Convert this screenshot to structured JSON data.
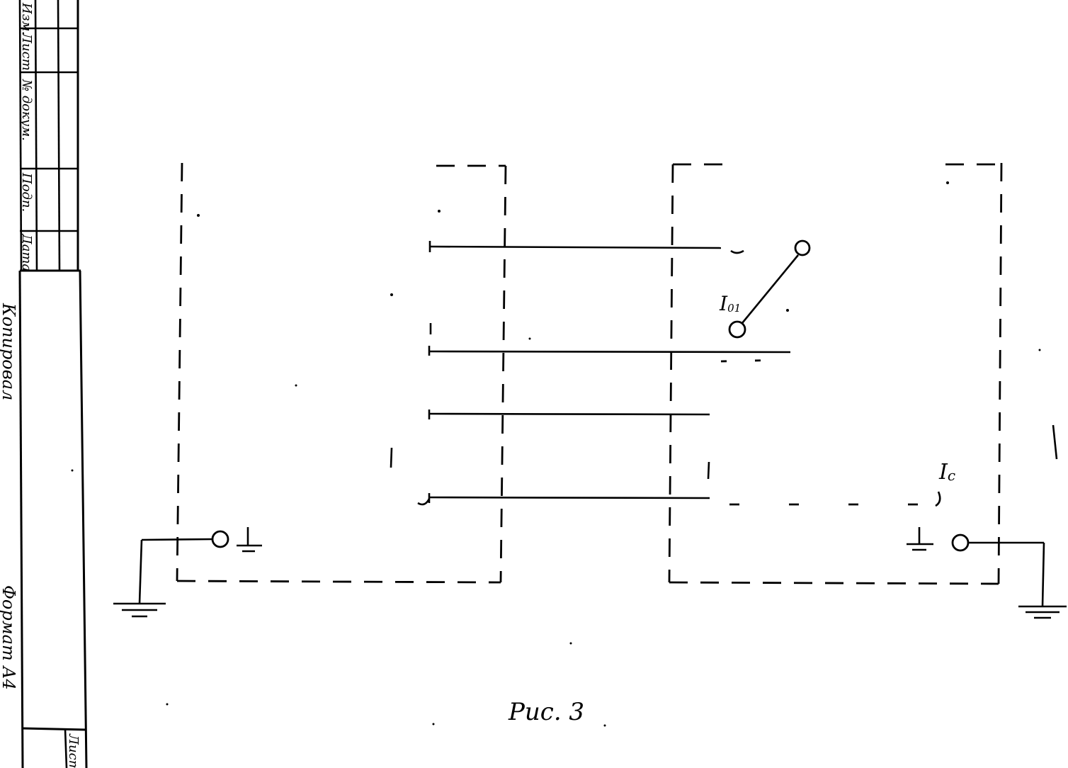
{
  "title_block": {
    "stamp_labels": [
      "Изм.",
      "Лист",
      "№ докум.",
      "Подп.",
      "Дата"
    ],
    "copied_label": "Копировал",
    "format_label": "Формат А4",
    "sheet_label": "Лист"
  },
  "diagram": {
    "caption": "Рис. 3",
    "switch_label": "I",
    "switch_label_sub": "01",
    "current_label": "I",
    "current_label_sub": "с"
  },
  "colors": {
    "ink": "#000000",
    "paper": "#ffffff"
  }
}
